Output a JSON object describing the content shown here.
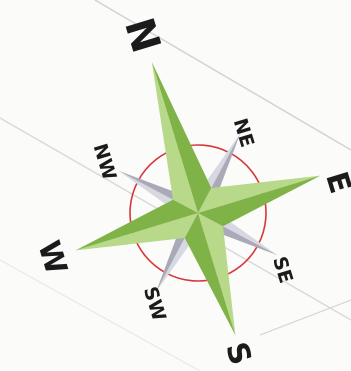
{
  "compass": {
    "cardinals": {
      "north": "N",
      "east": "E",
      "south": "S",
      "west": "W"
    },
    "intercardinals": {
      "northeast": "NE",
      "southeast": "SE",
      "southwest": "SW",
      "northwest": "NW"
    },
    "colors": {
      "main_points_light": "#b8d88a",
      "main_points_dark": "#7fb347",
      "minor_points_light": "#d8d8e2",
      "minor_points_dark": "#a9a9b8",
      "ring": "#d6383a",
      "paper_border": "#cfcfcf"
    }
  }
}
